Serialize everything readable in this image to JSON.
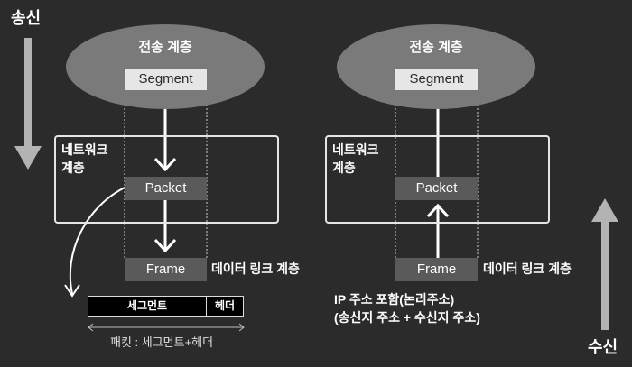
{
  "labels": {
    "send": "송신",
    "receive": "수신"
  },
  "sender": {
    "transport_title": "전송 계층",
    "segment_label": "Segment",
    "network_title_line1": "네트워크",
    "network_title_line2": "계층",
    "packet_label": "Packet",
    "frame_label": "Frame",
    "datalink_label": "데이터 링크 계층"
  },
  "packet_structure": {
    "segment_part": "세그먼트",
    "header_part": "헤더",
    "caption": "패킷 : 세그먼트+헤더"
  },
  "receiver": {
    "transport_title": "전송 계층",
    "segment_label": "Segment",
    "network_title_line1": "네트워크",
    "network_title_line2": "계층",
    "packet_label": "Packet",
    "frame_label": "Frame",
    "datalink_label": "데이터 링크 계층"
  },
  "ip_note": {
    "line1": "IP 주소 포함(논리주소)",
    "line2": "(송신지 주소 + 수신지 주소)"
  },
  "colors": {
    "background": "#2b2b2b",
    "ellipse": "#7a7a7a",
    "light_box": "#e6e6e6",
    "dark_box": "#5a5a5a",
    "arrow": "#ffffff",
    "side_arrow": "#b3b3b3"
  }
}
